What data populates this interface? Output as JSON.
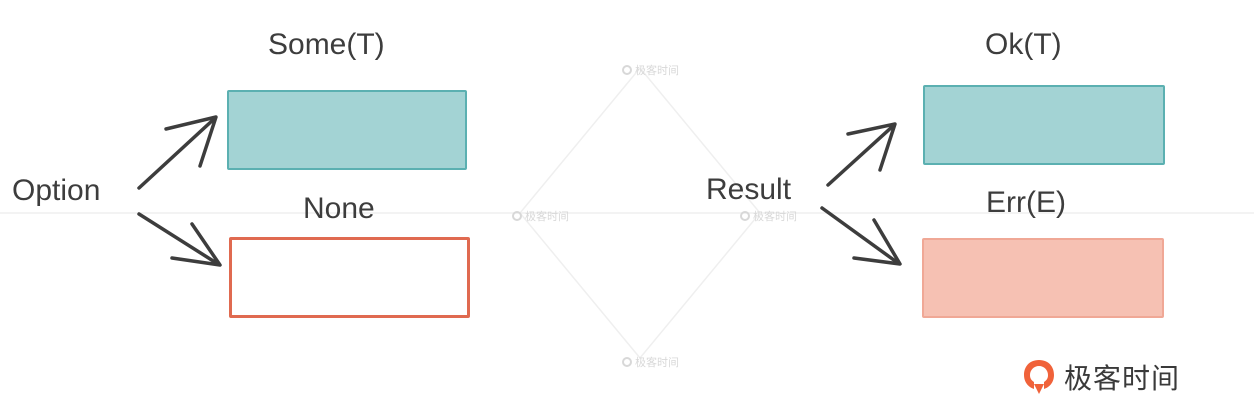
{
  "option": {
    "root_label": "Option",
    "some_label": "Some(T)",
    "none_label": "None",
    "some_color": "#a3d3d4",
    "some_border": "#5bb0b1",
    "none_fill": "#ffffff",
    "none_border": "#e06a50"
  },
  "result": {
    "root_label": "Result",
    "ok_label": "Ok(T)",
    "err_label": "Err(E)",
    "ok_color": "#a3d3d4",
    "ok_border": "#5bb0b1",
    "err_color": "#f6c1b3",
    "err_border": "#f0a896"
  },
  "arrow_color": "#3d3d3d",
  "watermark": {
    "text": "极客时间",
    "brand_color": "#f0623a"
  }
}
